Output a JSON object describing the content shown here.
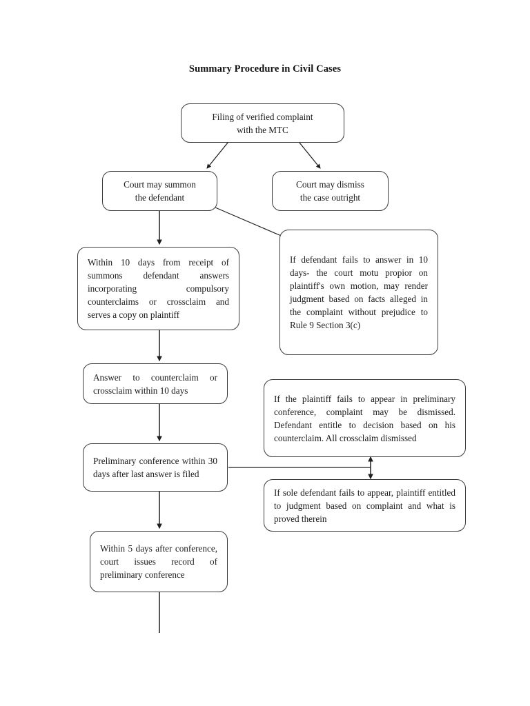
{
  "document": {
    "title": "Summary Procedure in Civil Cases"
  },
  "nodes": {
    "filing": "Filing of verified complaint\nwith the MTC",
    "summon": "Court may summon\nthe defendant",
    "dismiss": "Court may dismiss\nthe case outright",
    "within_10_days": "Within 10 days from receipt of summons defendant answers incorporating compulsory counterclaims or crossclaim and serves a copy on plaintiff",
    "fails_to_answer": "If defendant fails to answer in 10 days- the court motu propior on plaintiff's own motion, may render judgment based on facts alleged in the complaint without prejudice to Rule 9 Section 3(c)",
    "answer_counterclaim": "Answer to counterclaim or crossclaim within 10 days",
    "plaintiff_fails": "If the plaintiff fails to appear in preliminary conference, complaint may be dismissed. Defendant entitle to decision based on his counterclaim. All crossclaim dismissed",
    "preliminary_conference": "Preliminary conference within 30 days after last answer is filed",
    "sole_defendant_fails": "If sole defendant fails to appear, plaintiff entitled to judgment based on complaint and what is proved therein",
    "record_5_days": "Within 5 days after conference, court issues record of preliminary conference"
  },
  "style": {
    "stroke_color": "#2b2b2b",
    "box_border_color": "#3a3a3a",
    "background_color": "#ffffff",
    "text_color": "#1b1b1b"
  }
}
